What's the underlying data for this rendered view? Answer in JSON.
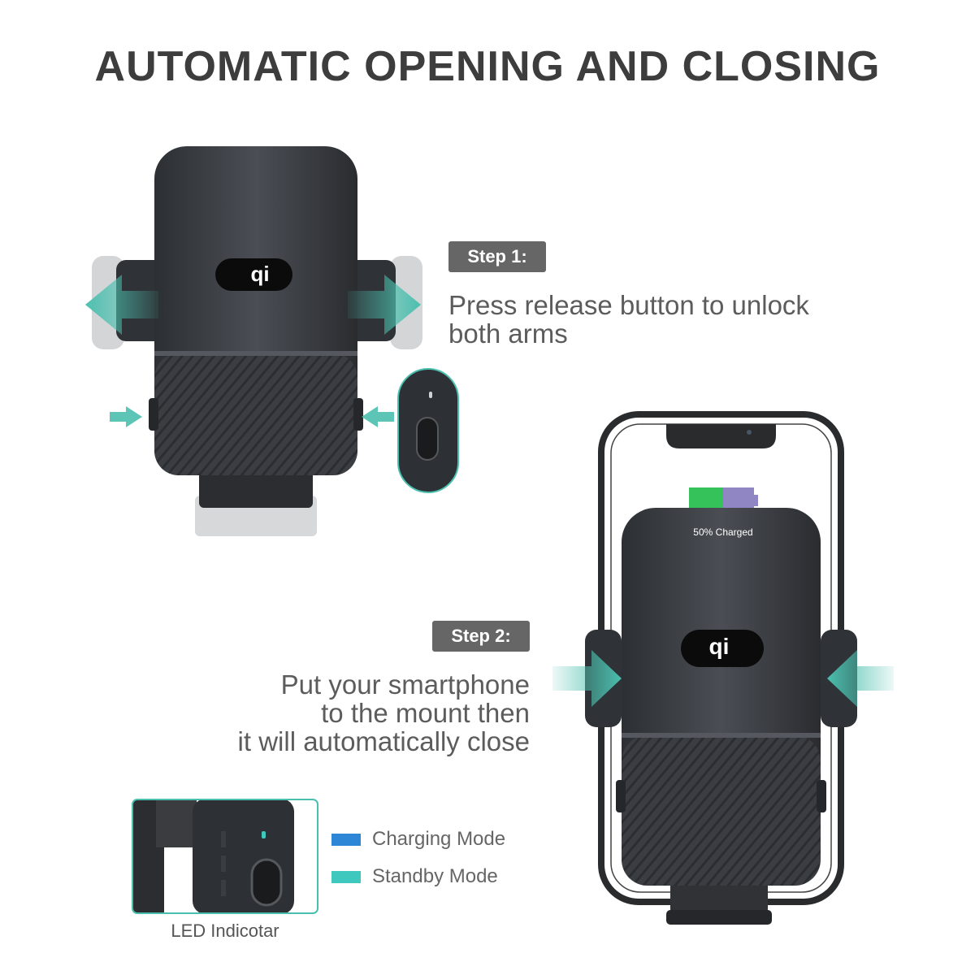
{
  "header": {
    "title": "AUTOMATIC OPENING AND CLOSING"
  },
  "steps": [
    {
      "badge": "Step 1:",
      "lines": [
        "Press release button to unlock",
        "both arms"
      ]
    },
    {
      "badge": "Step 2:",
      "lines": [
        "Put your smartphone",
        "to the mount then",
        "it will automatically close"
      ]
    }
  ],
  "device": {
    "qi_symbol": "qi",
    "charge_label": "50% Charged",
    "charge_percent": 50
  },
  "legend": {
    "items": [
      {
        "label": "Charging Mode",
        "color": "#2e86d6"
      },
      {
        "label": "Standby Mode",
        "color": "#3fc8bd"
      }
    ]
  },
  "inset": {
    "caption": "LED Indicotar"
  },
  "colors": {
    "accent_teal": "#4bbfae",
    "badge_bg": "#666666",
    "battery_green": "#35c25a",
    "battery_purple": "#8f86c3"
  }
}
